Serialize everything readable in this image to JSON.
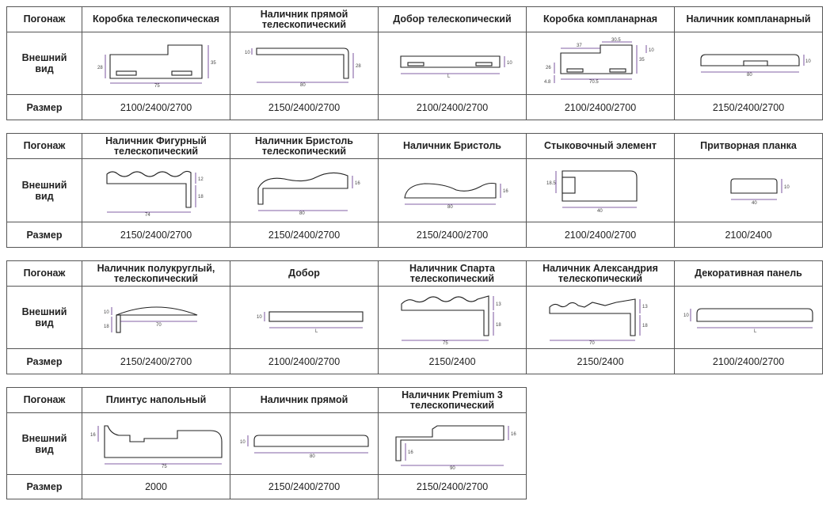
{
  "row_label_type": "Погонаж",
  "row_label_view_1": "Внешний",
  "row_label_view_2": "вид",
  "row_label_size": "Размер",
  "tables": [
    {
      "items": [
        {
          "name": "Коробка телескопическая",
          "size": "2100/2400/2700",
          "dims": [
            "75",
            "28",
            "35"
          ]
        },
        {
          "name": "Наличник прямой телескопический",
          "size": "2150/2400/2700",
          "dims": [
            "80",
            "10",
            "28"
          ]
        },
        {
          "name": "Добор телескопический",
          "size": "2100/2400/2700",
          "dims": [
            "L",
            "10"
          ]
        },
        {
          "name": "Коробка компланарная",
          "size": "2100/2400/2700",
          "dims": [
            "37",
            "30.5",
            "70.5",
            "35",
            "26",
            "4.8",
            "10"
          ]
        },
        {
          "name": "Наличник  компланарный",
          "size": "2150/2400/2700",
          "dims": [
            "80",
            "10"
          ]
        }
      ]
    },
    {
      "items": [
        {
          "name": "Наличник Фигурный телескопический",
          "size": "2150/2400/2700",
          "dims": [
            "74",
            "12",
            "18"
          ]
        },
        {
          "name": "Наличник Бристоль телескопический",
          "size": "2150/2400/2700",
          "dims": [
            "80",
            "16"
          ]
        },
        {
          "name": "Наличник Бристоль",
          "size": "2150/2400/2700",
          "dims": [
            "80",
            "16"
          ]
        },
        {
          "name": "Стыковочный элемент",
          "size": "2100/2400/2700",
          "dims": [
            "40",
            "18.5"
          ]
        },
        {
          "name": "Притворная планка",
          "size": "2100/2400",
          "dims": [
            "40",
            "10"
          ]
        }
      ]
    },
    {
      "items": [
        {
          "name": "Наличник полукруглый, телескопический",
          "size": "2150/2400/2700",
          "dims": [
            "70",
            "10",
            "18"
          ]
        },
        {
          "name": "Добор",
          "size": "2100/2400/2700",
          "dims": [
            "L",
            "10"
          ]
        },
        {
          "name": "Наличник Спарта телескопический",
          "size": "2150/2400",
          "dims": [
            "75",
            "13",
            "18"
          ]
        },
        {
          "name": "Наличник Александрия телескопический",
          "size": "2150/2400",
          "dims": [
            "70",
            "13",
            "18"
          ]
        },
        {
          "name": "Декоративная панель",
          "size": "2100/2400/2700",
          "dims": [
            "L",
            "10"
          ]
        }
      ]
    },
    {
      "items": [
        {
          "name": "Плинтус напольный",
          "size": "2000",
          "dims": [
            "75",
            "16"
          ]
        },
        {
          "name": "Наличник прямой",
          "size": "2150/2400/2700",
          "dims": [
            "80",
            "10"
          ]
        },
        {
          "name": "Наличник Premium 3 телескопический",
          "size": "2150/2400/2700",
          "dims": [
            "90",
            "16",
            "16"
          ]
        }
      ]
    }
  ]
}
